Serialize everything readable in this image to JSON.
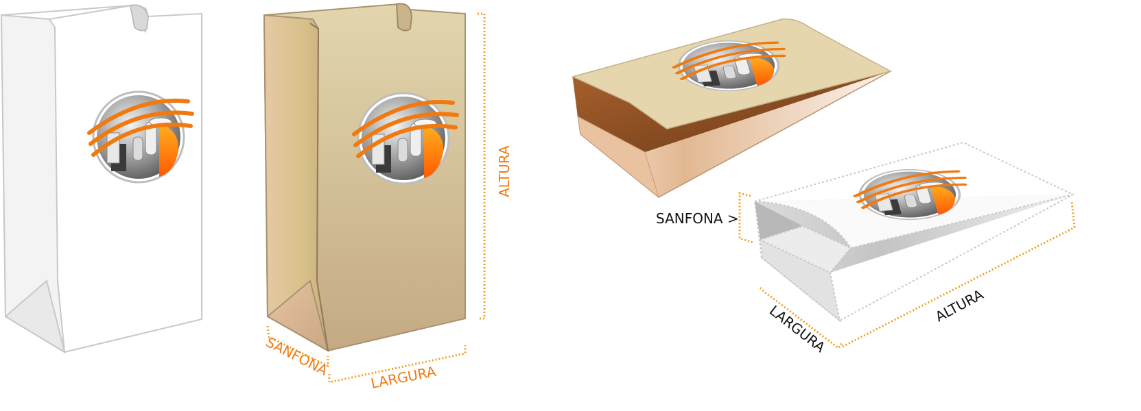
{
  "labels": {
    "upright_height": "ALTURA",
    "upright_gusset": "SANFONA",
    "upright_width": "LARGURA",
    "flat_gusset": "SANFONA >",
    "flat_width": "LARGURA",
    "flat_height": "ALTURA"
  },
  "colors": {
    "accent": "#f08a1c",
    "kraft": "#cdb890",
    "kraft_dark": "#8b4a22",
    "white_bag_stroke": "#c8c8c8",
    "label_black": "#111111"
  },
  "icons": {
    "logo": "roll-bag-logo-icon"
  }
}
